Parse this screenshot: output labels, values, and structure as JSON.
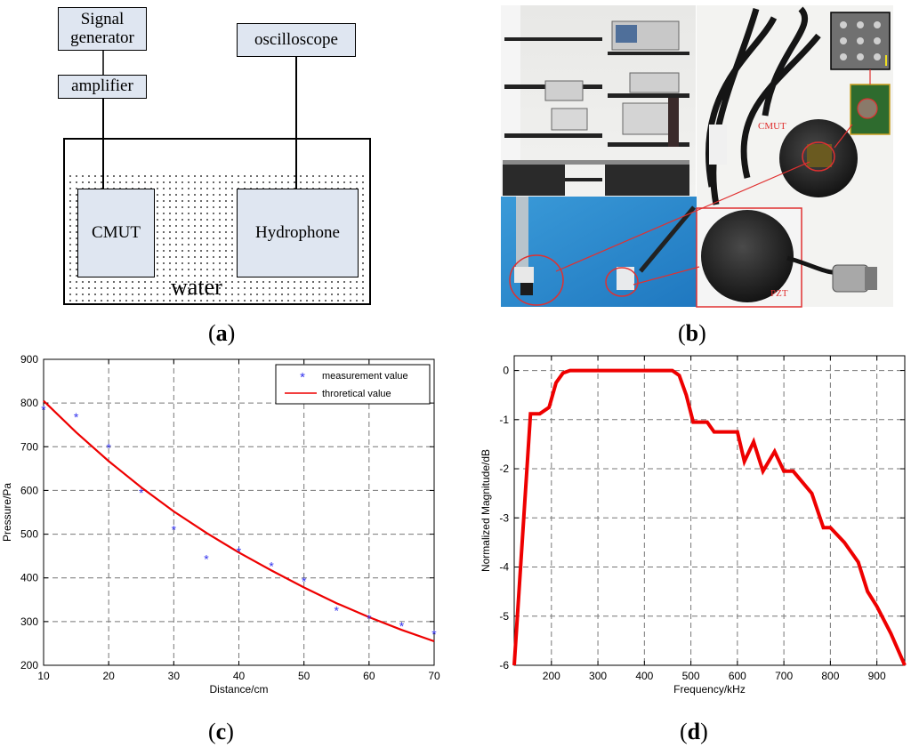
{
  "panel_a": {
    "label": "a",
    "signal_generator": "Signal generator",
    "amplifier": "amplifier",
    "oscilloscope": "oscilloscope",
    "cmut": "CMUT",
    "hydrophone": "Hydrophone",
    "water": "water"
  },
  "panel_b": {
    "label": "b",
    "cmut_label": "CMUT",
    "pzt_label": "PZT"
  },
  "panel_c": {
    "label": "c"
  },
  "panel_d": {
    "label": "d"
  },
  "colors": {
    "red": "#ee0000",
    "blue": "#3333ee",
    "block_fill": "#dfe6f1"
  },
  "chart_data": [
    {
      "type": "scatter",
      "xlabel": "Distance/cm",
      "ylabel": "Pressure/Pa",
      "xlim": [
        10,
        70
      ],
      "ylim": [
        200,
        900
      ],
      "xticks": [
        10,
        20,
        30,
        40,
        50,
        60,
        70
      ],
      "yticks": [
        200,
        300,
        400,
        500,
        600,
        700,
        800,
        900
      ],
      "grid": true,
      "legend_position": "top-right",
      "series": [
        {
          "name": "measurement value",
          "marker": "*",
          "color": "#3333ee",
          "x": [
            10,
            15,
            20,
            25,
            30,
            35,
            40,
            45,
            50,
            55,
            60,
            65,
            70
          ],
          "y": [
            785,
            768,
            698,
            595,
            510,
            443,
            460,
            427,
            392,
            325,
            307,
            290,
            271
          ]
        },
        {
          "name": "throretical value",
          "type": "line",
          "color": "#ee0000",
          "x": [
            10,
            15,
            20,
            25,
            30,
            35,
            40,
            45,
            50,
            55,
            60,
            65,
            70
          ],
          "y": [
            805,
            733,
            667,
            607,
            552,
            503,
            458,
            417,
            378,
            342,
            310,
            281,
            255
          ]
        }
      ]
    },
    {
      "type": "line",
      "xlabel": "Frequency/kHz",
      "ylabel": "Normalized Magnitude/dB",
      "xlim": [
        120,
        960
      ],
      "ylim": [
        -6,
        0.3
      ],
      "xticks": [
        200,
        300,
        400,
        500,
        600,
        700,
        800,
        900
      ],
      "yticks": [
        0,
        -1,
        -2,
        -3,
        -4,
        -5,
        -6
      ],
      "grid": true,
      "series": [
        {
          "color": "#ee0000",
          "x": [
            120,
            155,
            175,
            195,
            210,
            225,
            240,
            460,
            475,
            490,
            505,
            520,
            535,
            550,
            580,
            600,
            615,
            635,
            655,
            680,
            700,
            720,
            760,
            785,
            800,
            830,
            860,
            880,
            900,
            930,
            960
          ],
          "y": [
            -6,
            -0.88,
            -0.88,
            -0.75,
            -0.25,
            -0.05,
            0,
            0,
            -0.1,
            -0.5,
            -1.05,
            -1.05,
            -1.05,
            -1.25,
            -1.25,
            -1.25,
            -1.85,
            -1.45,
            -2.05,
            -1.65,
            -2.05,
            -2.05,
            -2.5,
            -3.2,
            -3.2,
            -3.5,
            -3.9,
            -4.5,
            -4.8,
            -5.35,
            -6
          ]
        }
      ]
    }
  ]
}
